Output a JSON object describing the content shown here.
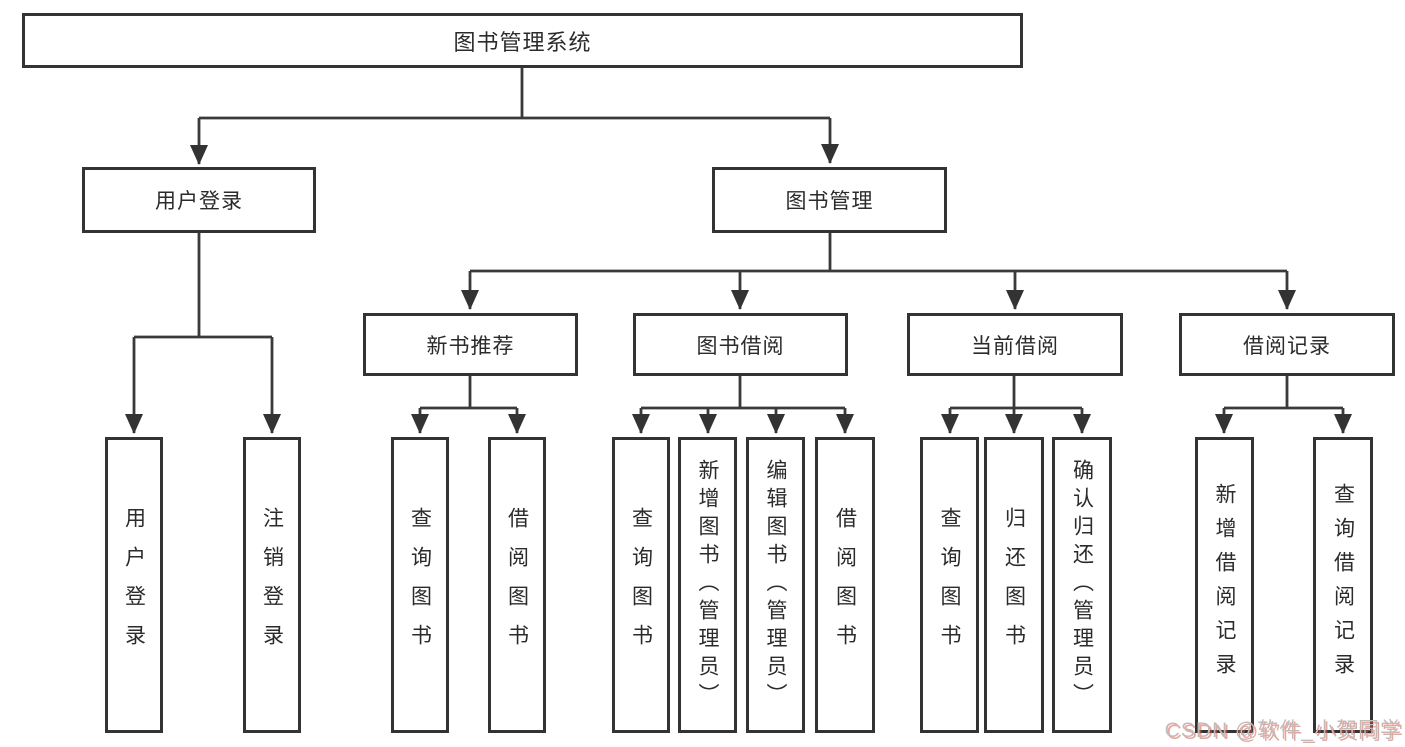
{
  "diagram_type": "hierarchy",
  "title": "图书管理系统",
  "watermark": "CSDN @软件_小贺同学",
  "colors": {
    "background": "#ffffff",
    "box_border": "#333333",
    "line": "#3a3a3a",
    "text": "#2b2b2b",
    "watermark_text": "#bdbdbd",
    "watermark_shadow": "#e85545"
  },
  "tree": {
    "label": "图书管理系统",
    "children": [
      {
        "label": "用户登录",
        "children": [
          {
            "label": "用户登录"
          },
          {
            "label": "注销登录"
          }
        ]
      },
      {
        "label": "图书管理",
        "children": [
          {
            "label": "新书推荐",
            "children": [
              {
                "label": "查询图书"
              },
              {
                "label": "借阅图书"
              }
            ]
          },
          {
            "label": "图书借阅",
            "children": [
              {
                "label": "查询图书"
              },
              {
                "label": "新增图书（管理员）"
              },
              {
                "label": "编辑图书（管理员）"
              },
              {
                "label": "借阅图书"
              }
            ]
          },
          {
            "label": "当前借阅",
            "children": [
              {
                "label": "查询图书"
              },
              {
                "label": "归还图书"
              },
              {
                "label": "确认归还（管理员）"
              }
            ]
          },
          {
            "label": "借阅记录",
            "children": [
              {
                "label": "新增借阅记录"
              },
              {
                "label": "查询借阅记录"
              }
            ]
          }
        ]
      }
    ]
  }
}
